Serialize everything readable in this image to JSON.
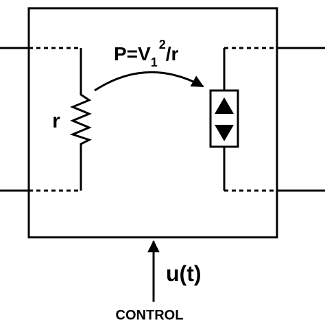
{
  "diagram": {
    "power_label": {
      "prefix": "P=V",
      "subscript": "1",
      "superscript": "2",
      "suffix": "/r"
    },
    "resistor_label": "r",
    "control_signal_label": "u(t)",
    "control_label": "CONTROL",
    "source_icon": "bidirectional-source-icon",
    "colors": {
      "line": "#000000",
      "background": "#ffffff"
    }
  }
}
